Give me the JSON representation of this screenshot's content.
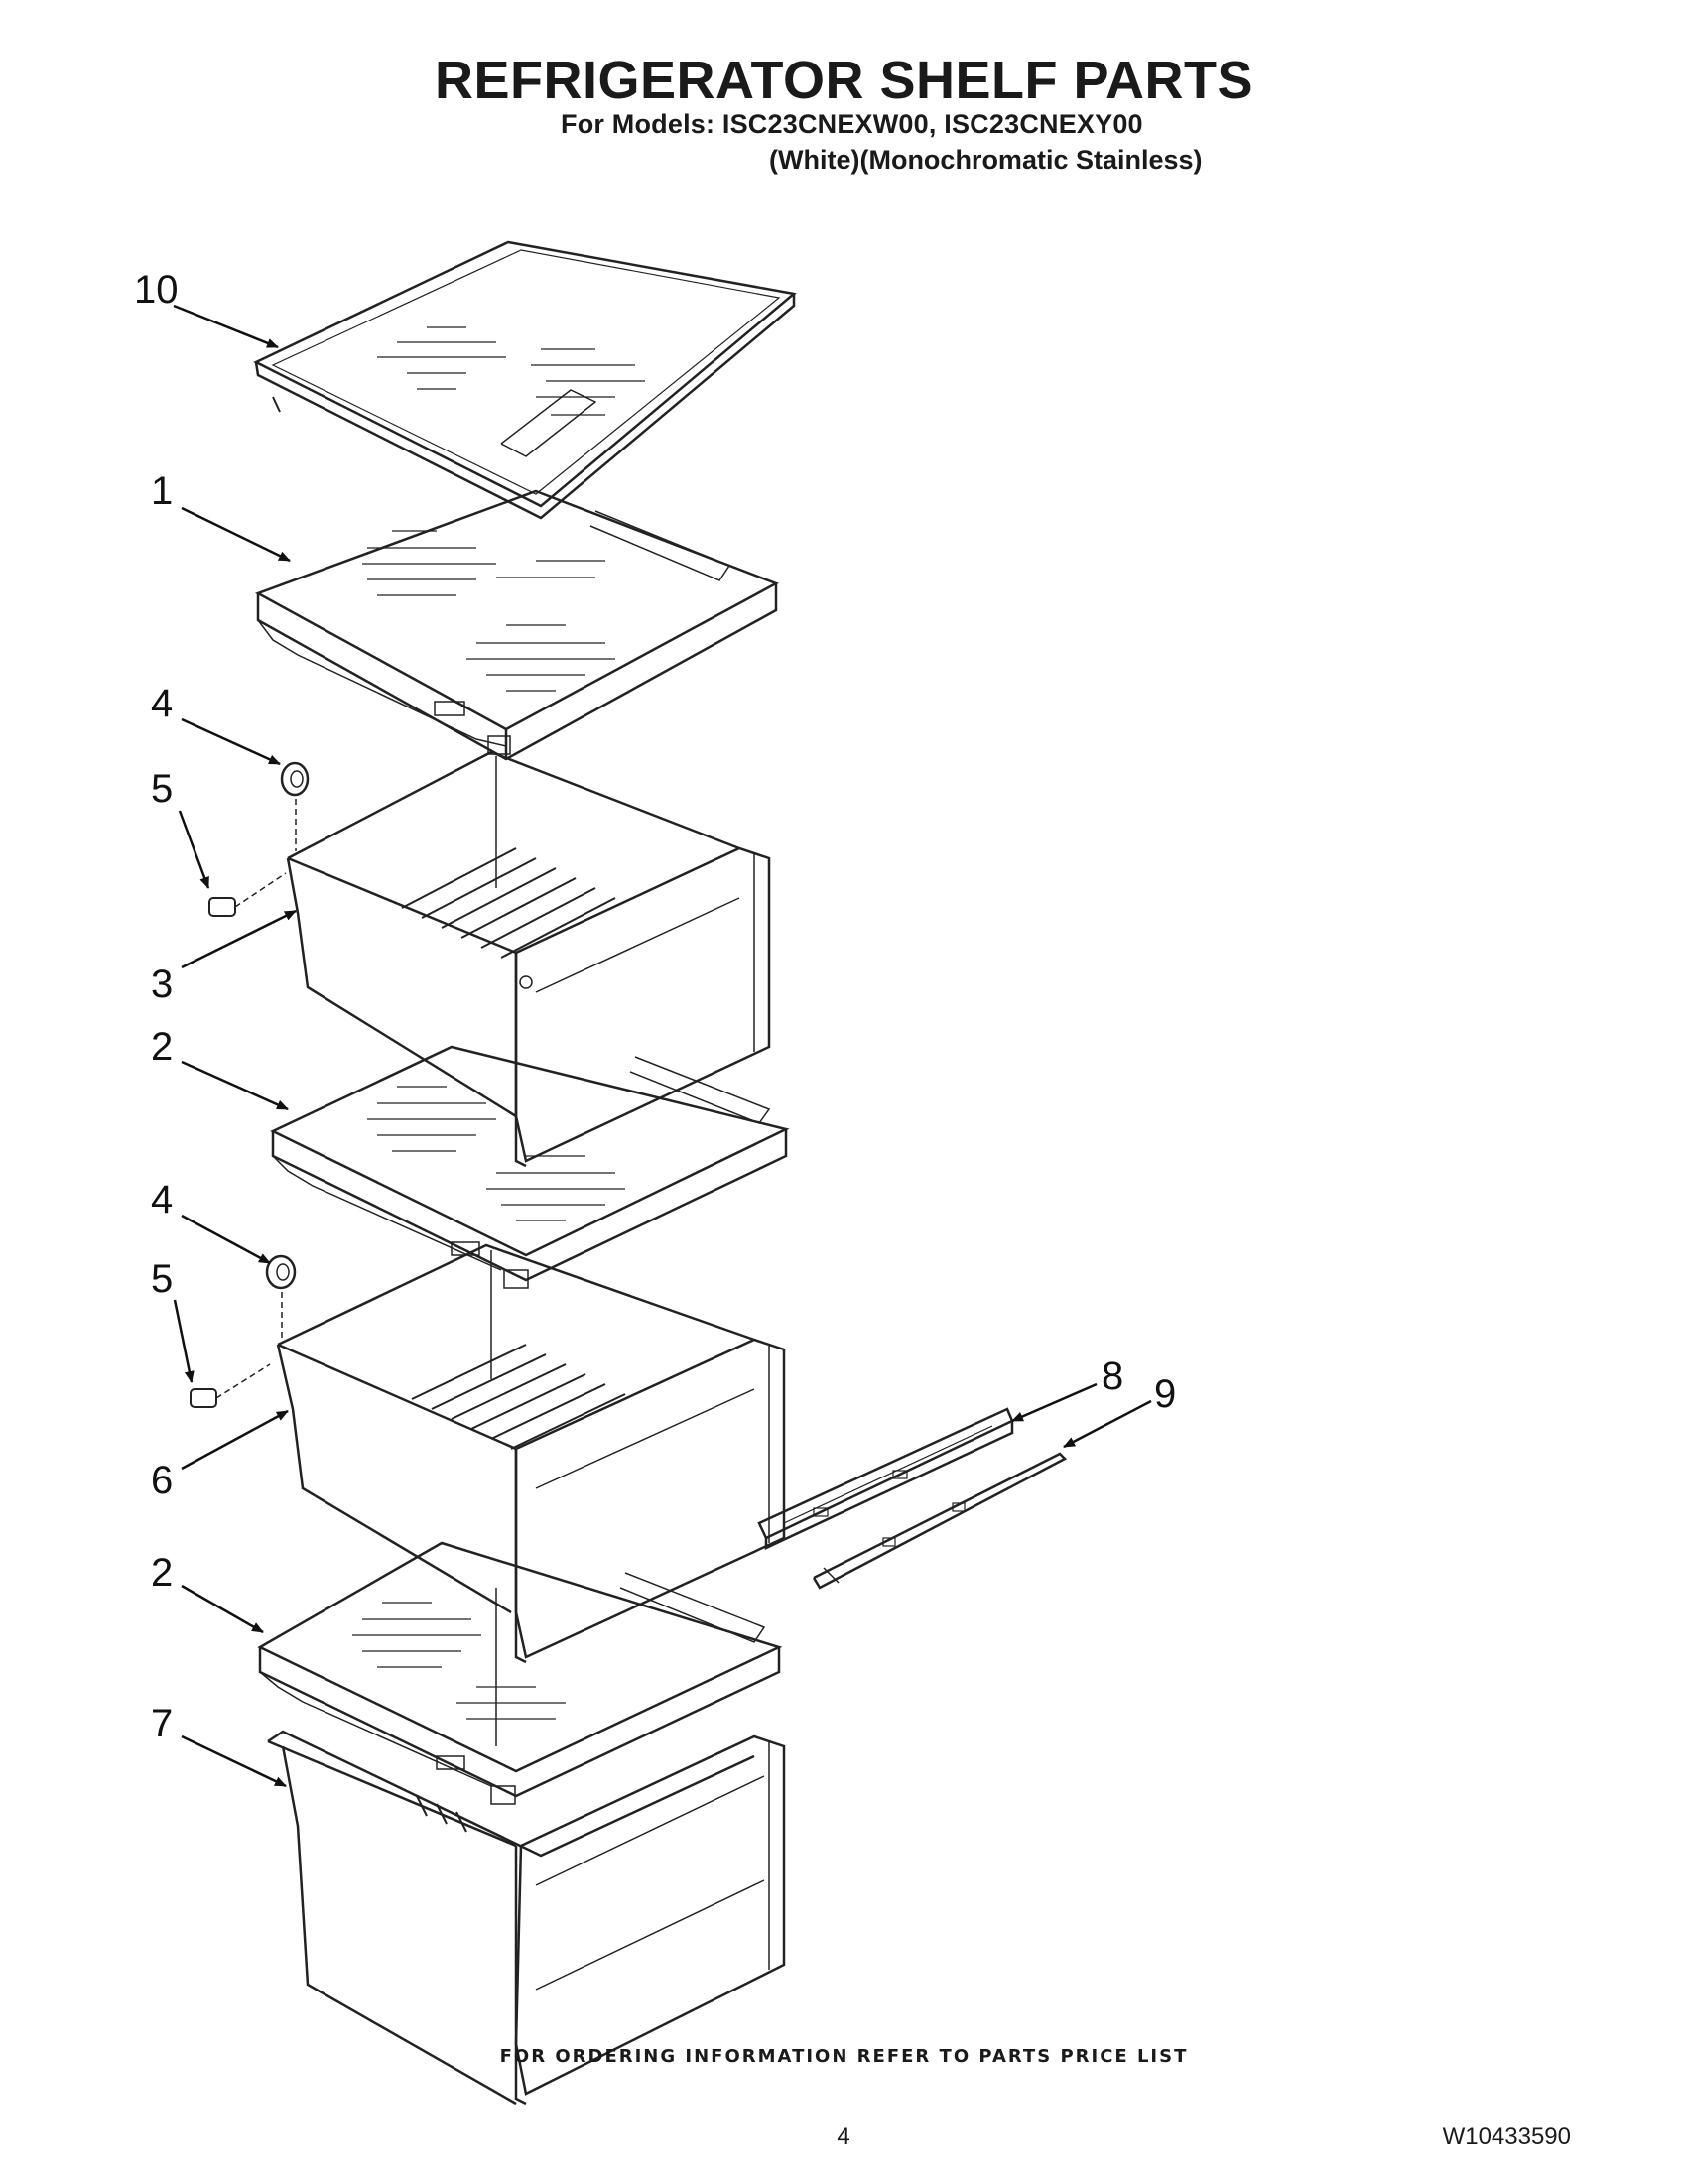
{
  "header": {
    "title": "REFRIGERATOR SHELF PARTS",
    "models_line": "For Models: ISC23CNEXW00, ISC23CNEXY00",
    "colors_line": "(White)(Monochromatic Stainless)"
  },
  "callouts": {
    "c10": "10",
    "c1": "1",
    "c4a": "4",
    "c5a": "5",
    "c3": "3",
    "c2a": "2",
    "c4b": "4",
    "c5b": "5",
    "c6": "6",
    "c2b": "2",
    "c7": "7",
    "c8": "8",
    "c9": "9"
  },
  "footer": {
    "ordering_note": "FOR ORDERING INFORMATION REFER TO PARTS PRICE LIST",
    "page_number": "4",
    "document_number": "W10433590"
  }
}
